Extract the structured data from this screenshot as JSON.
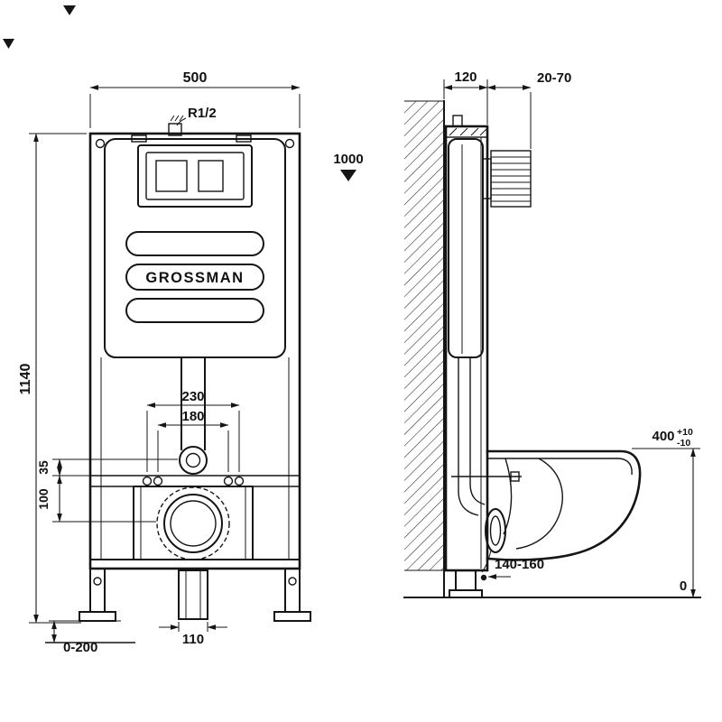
{
  "drawing": {
    "brand": "GROSSMAN",
    "front": {
      "width": "500",
      "height": "1140",
      "inlet": "R1/2",
      "panel_height": "1000",
      "stud_span_outer": "230",
      "stud_span_inner": "180",
      "offset_small": "35",
      "offset_large": "100",
      "outlet_width": "110",
      "foot_adjust": "0-200"
    },
    "side": {
      "frame_depth": "120",
      "finish_adjust": "20-70",
      "bowl_height": "400",
      "bowl_height_tol_up": "+10",
      "bowl_height_tol_down": "-10",
      "outlet_height": "140-160",
      "floor_level": "0"
    }
  }
}
